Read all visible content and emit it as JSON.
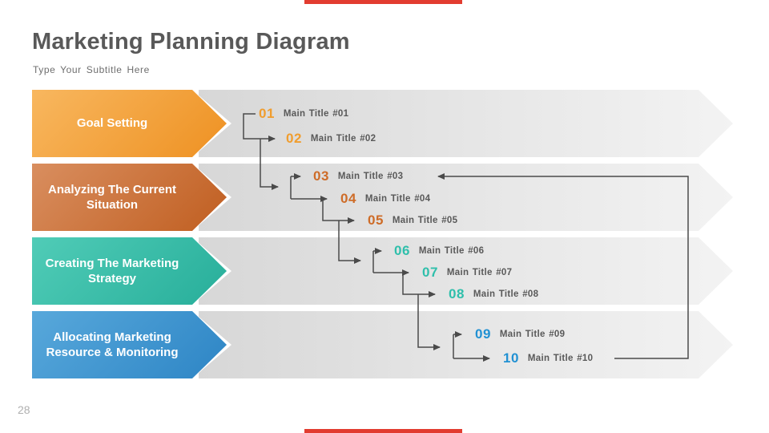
{
  "slide": {
    "title": "Marketing Planning Diagram",
    "subtitle": "Type Your Subtitle Here",
    "page_number": "28",
    "accent_bar_color": "#e23c30",
    "connector_color": "#4a4a4a"
  },
  "rows": [
    {
      "label": "Goal Setting",
      "banner_gradient": [
        "#f8b75f",
        "#ee9122"
      ],
      "number_color": "#f09d2e",
      "items": [
        {
          "num": "01",
          "title": "Main Title #01"
        },
        {
          "num": "02",
          "title": "Main Title #02"
        }
      ]
    },
    {
      "label": "Analyzing The Current Situation",
      "banner_gradient": [
        "#d98e5f",
        "#c05e20"
      ],
      "number_color": "#ce6c28",
      "items": [
        {
          "num": "03",
          "title": "Main Title #03"
        },
        {
          "num": "04",
          "title": "Main Title #04"
        },
        {
          "num": "05",
          "title": "Main Title #05"
        }
      ]
    },
    {
      "label": "Creating The Marketing Strategy",
      "banner_gradient": [
        "#50ccb7",
        "#27ae9a"
      ],
      "number_color": "#2fbfab",
      "items": [
        {
          "num": "06",
          "title": "Main Title #06"
        },
        {
          "num": "07",
          "title": "Main Title #07"
        },
        {
          "num": "08",
          "title": "Main Title #08"
        }
      ]
    },
    {
      "label": "Allocating Marketing Resource & Monitoring",
      "banner_gradient": [
        "#58a8db",
        "#2d85c5"
      ],
      "number_color": "#2191d3",
      "items": [
        {
          "num": "09",
          "title": "Main Title #09"
        },
        {
          "num": "10",
          "title": "Main Title #10"
        }
      ]
    }
  ]
}
